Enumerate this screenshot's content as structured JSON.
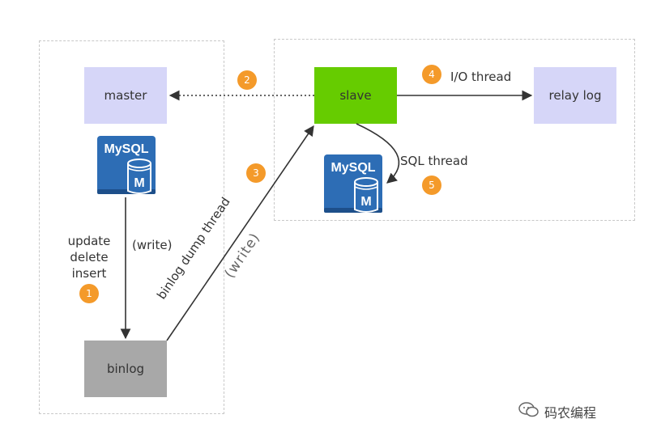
{
  "nodes": {
    "master": "master",
    "slave": "slave",
    "relay_log": "relay log",
    "binlog": "binlog"
  },
  "labels": {
    "write_left": "(write)",
    "ops": [
      "update",
      "delete",
      "insert"
    ],
    "binlog_dump_thread": "binlog dump thread",
    "write_diag": "(write)",
    "io_thread": "I/O thread",
    "sql_thread": "SQL thread"
  },
  "badges": [
    "1",
    "2",
    "3",
    "4",
    "5"
  ],
  "mysql_icon": {
    "brand": "MySQL",
    "letter": "M"
  },
  "watermark": "码农编程",
  "colors": {
    "master_fill": "#d6d6f8",
    "slave_fill": "#66cc00",
    "relay_fill": "#d6d6f8",
    "binlog_fill": "#a8a8a8",
    "badge": "#f49a2a",
    "mysql_blue": "#2d6db5"
  }
}
